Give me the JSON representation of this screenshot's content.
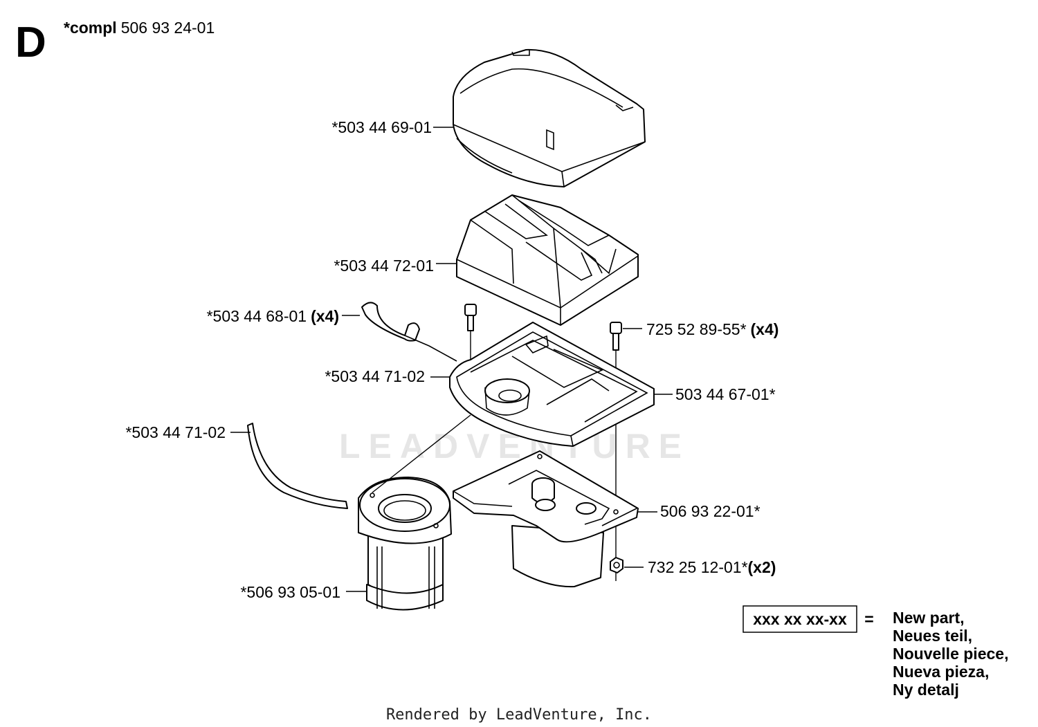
{
  "section": {
    "letter": "D",
    "compl_prefix": "*compl",
    "compl_number": "506 93 24-01"
  },
  "callouts": {
    "cover": "*503 44 69-01",
    "filter": "*503 44 72-01",
    "clip": "*503 44 68-01",
    "clip_qty": "(x4)",
    "gasket_upper": "*503 44 71-02",
    "gasket_lower": "*503 44 71-02",
    "screw": "725 52 89-55*",
    "screw_qty": "(x4)",
    "holder": "503 44 67-01*",
    "plate": "506 93 22-01*",
    "nut": "732 25 12-01*",
    "nut_qty": "(x2)",
    "prefilter": "*506 93 05-01"
  },
  "legend": {
    "sample": "xxx xx xx-xx",
    "equals": "=",
    "lines": [
      "New part,",
      "Neues teil,",
      "Nouvelle piece,",
      "Nueva pieza,",
      "Ny detalj"
    ]
  },
  "watermark": "LEADVENTURE",
  "footer": "Rendered by LeadVenture, Inc."
}
